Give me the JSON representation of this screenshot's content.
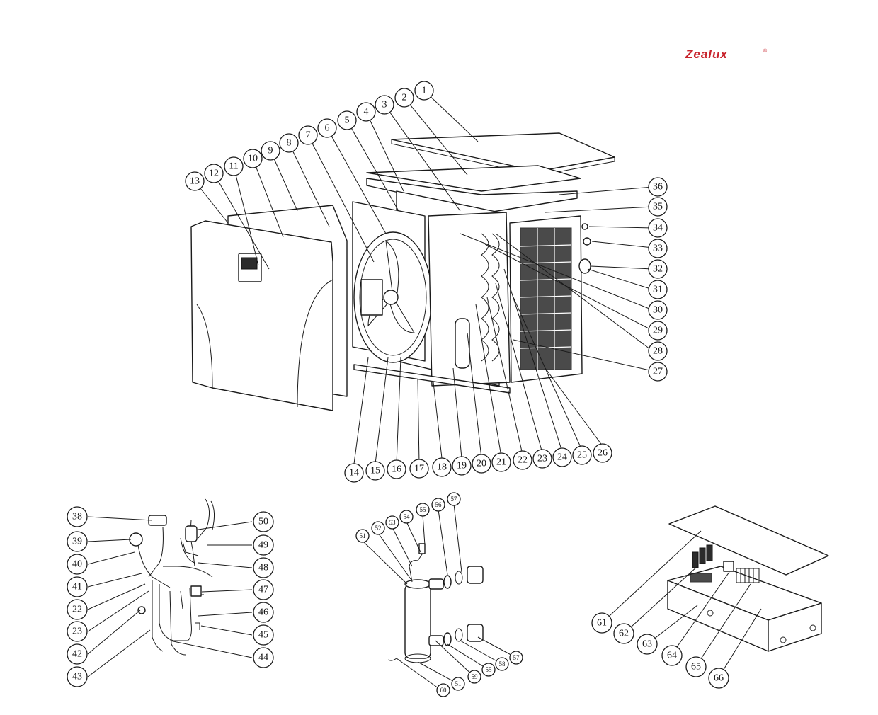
{
  "brand": {
    "logo_text": "Zealux",
    "registered_mark": "®",
    "color": "#c8232c"
  },
  "callouts": {
    "main_assembly": [
      "1",
      "2",
      "3",
      "4",
      "5",
      "6",
      "7",
      "8",
      "9",
      "10",
      "11",
      "12",
      "13",
      "14",
      "15",
      "16",
      "17",
      "18",
      "19",
      "20",
      "21",
      "22",
      "23",
      "24",
      "25",
      "26",
      "27",
      "28",
      "29",
      "30",
      "31",
      "32",
      "33",
      "34",
      "35",
      "36"
    ],
    "refrigerant_piping": [
      "38",
      "39",
      "40",
      "41",
      "22",
      "23",
      "42",
      "43",
      "50",
      "49",
      "48",
      "47",
      "46",
      "45",
      "44"
    ],
    "heat_exchanger": [
      "51",
      "52",
      "53",
      "54",
      "55",
      "56",
      "57",
      "51",
      "59",
      "55",
      "58",
      "57",
      "60"
    ],
    "electrical_box": [
      "61",
      "62",
      "63",
      "64",
      "65",
      "66"
    ]
  }
}
